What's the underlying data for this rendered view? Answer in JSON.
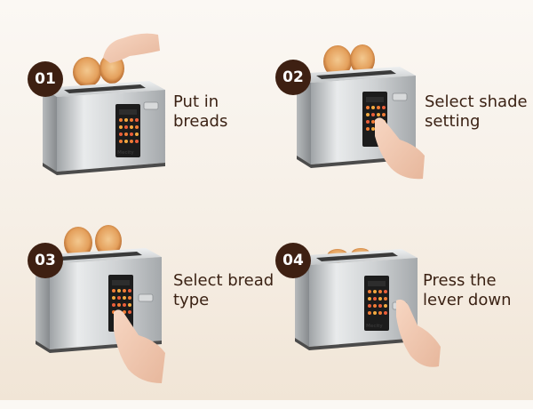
{
  "steps": [
    {
      "number": "01",
      "caption_lines": [
        "Put in",
        "breads"
      ]
    },
    {
      "number": "02",
      "caption_lines": [
        "Select shade",
        "setting"
      ]
    },
    {
      "number": "03",
      "caption_lines": [
        "Select bread",
        "type"
      ]
    },
    {
      "number": "04",
      "caption_lines": [
        "Press the",
        "lever down"
      ]
    }
  ],
  "brand": "Mecity",
  "colors": {
    "badge": "#3e2012",
    "caption_text": "#3b2214",
    "background_top": "#fbf8f4",
    "background_bottom": "#f1e5d6",
    "toaster_body": "#c9cbcd",
    "bread": "#e6a86a"
  }
}
